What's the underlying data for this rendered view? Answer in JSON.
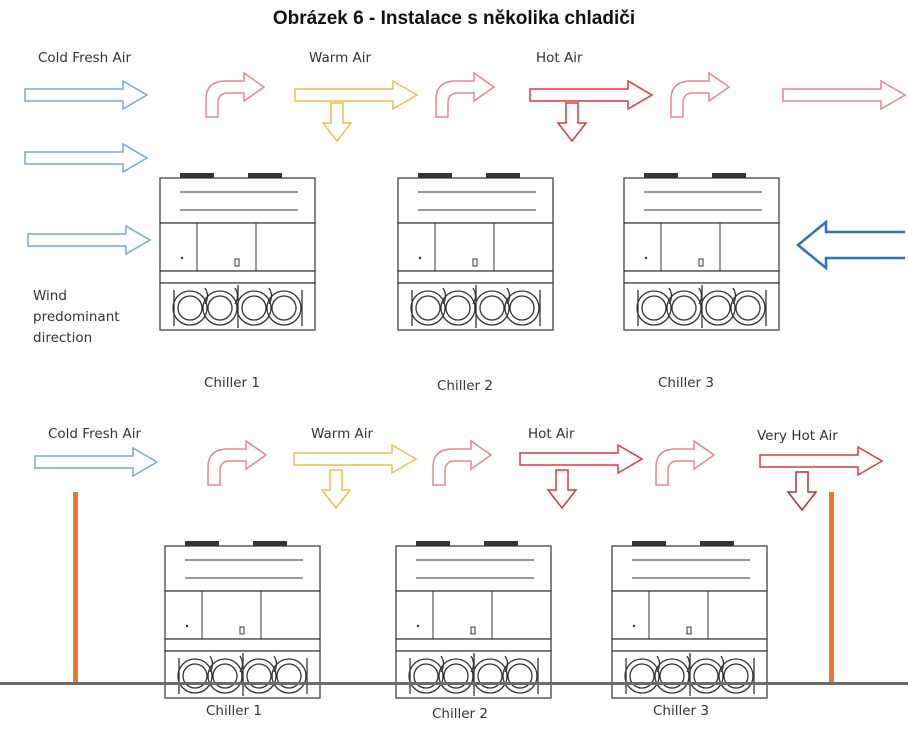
{
  "title": "Obrázek 6 - Instalace s několika chladiči",
  "colors": {
    "cold": "#7aa6d4",
    "cold_strong": "#2f72b8",
    "warm_light": "#e8858e",
    "warm_yellow": "#e8c24a",
    "hot": "#d93a3f",
    "post": "#e07a2e",
    "ground": "#666666",
    "unit_line": "#333333"
  },
  "top": {
    "labels": {
      "cold_fresh_air": "Cold Fresh Air",
      "warm_air": "Warm Air",
      "hot_air": "Hot Air",
      "wind": [
        "Wind",
        "predominant",
        "direction"
      ]
    },
    "chillers": [
      "Chiller 1",
      "Chiller 2",
      "Chiller 3"
    ]
  },
  "bottom": {
    "labels": {
      "cold_fresh_air": "Cold Fresh Air",
      "warm_air": "Warm Air",
      "hot_air": "Hot Air",
      "very_hot_air": "Very Hot Air"
    },
    "chillers": [
      "Chiller 1",
      "Chiller 2",
      "Chiller 3"
    ]
  }
}
